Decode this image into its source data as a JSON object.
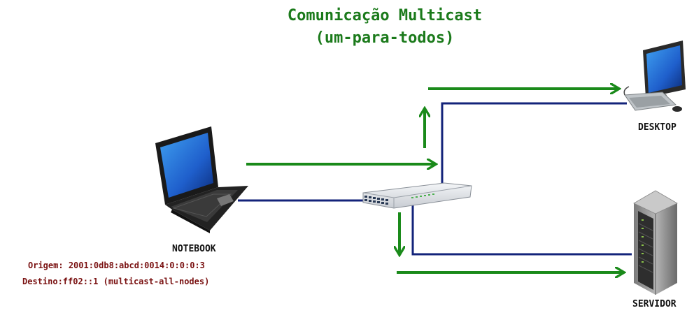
{
  "title": {
    "line1": "Comunicação Multicast",
    "line2": "(um-para-todos)"
  },
  "nodes": {
    "notebook": "NOTEBOOK",
    "desktop": "DESKTOP",
    "servidor": "SERVIDOR"
  },
  "packet": {
    "origem_label": "Origem:",
    "origem_value": "2001:0db8:abcd:0014:0:0:0:3",
    "destino_label": "Destino:",
    "destino_value": "ff02::1 (multicast-all-nodes)"
  },
  "colors": {
    "title": "#1b7a1b",
    "arrow": "#1a8a1a",
    "link": "#13237a",
    "info": "#7a1212"
  }
}
